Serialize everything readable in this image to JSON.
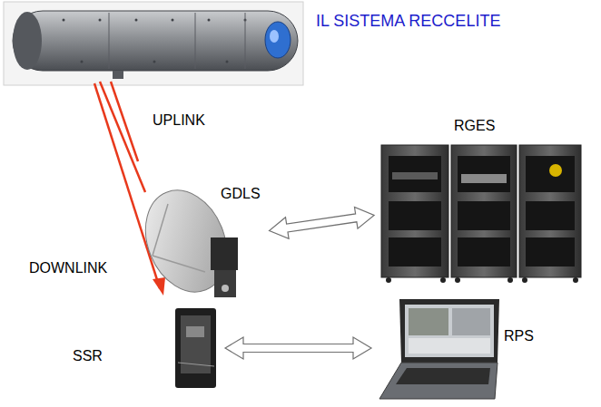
{
  "diagram": {
    "title": "IL SISTEMA RECCELITE",
    "nodes": [
      {
        "text": [
          "GDLS"
        ]
      },
      {
        "text": [
          "RGES"
        ]
      },
      {
        "text": [
          "SSR"
        ]
      },
      {
        "text": [
          "RPS"
        ]
      }
    ],
    "edges": [
      {
        "from": 0,
        "to": 1,
        "arrow": "both"
      },
      {
        "from": 2,
        "to": 3,
        "arrow": "both"
      }
    ],
    "labels": [
      "UPLINK",
      "DOWNLINK"
    ]
  }
}
